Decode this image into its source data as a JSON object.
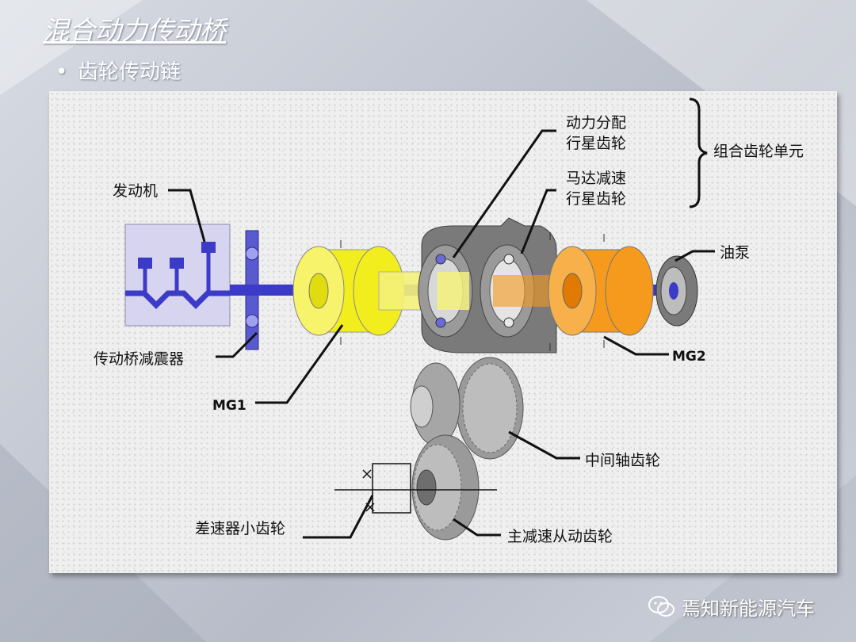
{
  "slide": {
    "title": "混合动力传动桥",
    "bullet": "齿轮传动链"
  },
  "diagram": {
    "labels": {
      "engine": "发动机",
      "damper": "传动桥减震器",
      "mg1": "MG1",
      "power_split": [
        "动力分配",
        "行星齿轮"
      ],
      "motor_reduction": [
        "马达减速",
        "行星齿轮"
      ],
      "combined_unit": "组合齿轮单元",
      "oil_pump": "油泵",
      "mg2": "MG2",
      "counter_gear": "中间轴齿轮",
      "diff_pinion": "差速器小齿轮",
      "final_driven": "主减速从动齿轮"
    },
    "colors": {
      "mg1": "#f2ee1e",
      "mg2": "#f59a1c",
      "shaft": "#3b3bc8",
      "gear_gray": "#8f8f8f"
    }
  },
  "watermark": {
    "text": "焉知新能源汽车",
    "icon": "wechat-icon"
  }
}
